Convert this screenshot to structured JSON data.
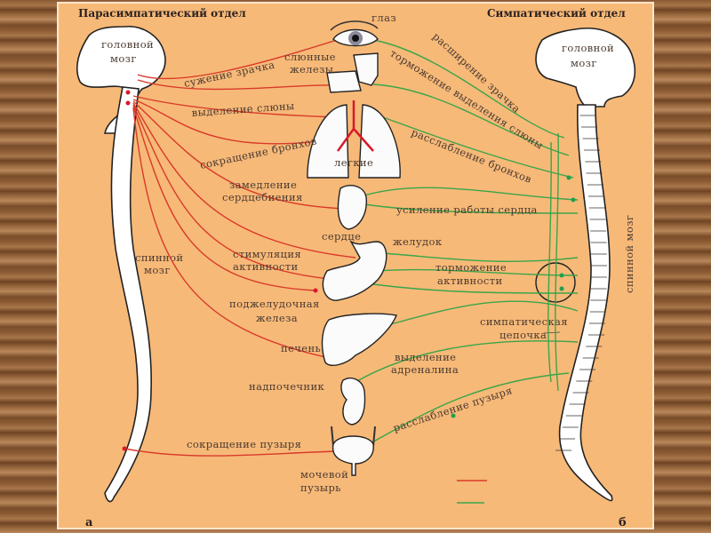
{
  "headers": {
    "parasympathetic": "Парасимпатический отдел",
    "sympathetic": "Симпатический отдел"
  },
  "left": {
    "brain": [
      "головной",
      "мозг"
    ],
    "spinal_cord": [
      "спинной",
      "мозг"
    ],
    "panel_letter": "а"
  },
  "right": {
    "brain": [
      "головной",
      "мозг"
    ],
    "spinal_cord": "спинной мозг",
    "panel_letter": "б",
    "sympathetic_chain": [
      "симпатическая",
      "цепочка"
    ]
  },
  "organs": {
    "eye": "глаз",
    "salivary_glands": [
      "слюнные",
      "железы"
    ],
    "lungs": "легкие",
    "heart": "сердце",
    "stomach": "желудок",
    "pancreas": [
      "поджелудочная",
      "железа"
    ],
    "liver": "печень",
    "adrenal": "надпочечник",
    "bladder": [
      "мочевой",
      "пузырь"
    ]
  },
  "parasympathetic_effects": {
    "pupil": "сужение зрачка",
    "saliva": "выделение слюны",
    "bronchi": "сокращение бронхов",
    "heart": [
      "замедление",
      "сердцебиения"
    ],
    "activity": [
      "стимуляция",
      "активности"
    ],
    "bladder": "сокращение пузыря"
  },
  "sympathetic_effects": {
    "pupil": "расширение зрачка",
    "saliva": "торможение выделения слюны",
    "bronchi": "расслабление бронхов",
    "heart": "усиление работы сердца",
    "activity": [
      "торможение",
      "активности"
    ],
    "adrenaline": [
      "выделение",
      "адреналина"
    ],
    "bladder": "расслабление пузыря"
  },
  "legend": {
    "parasympathetic_color": "#d83a2a",
    "sympathetic_color": "#3aa54a"
  }
}
